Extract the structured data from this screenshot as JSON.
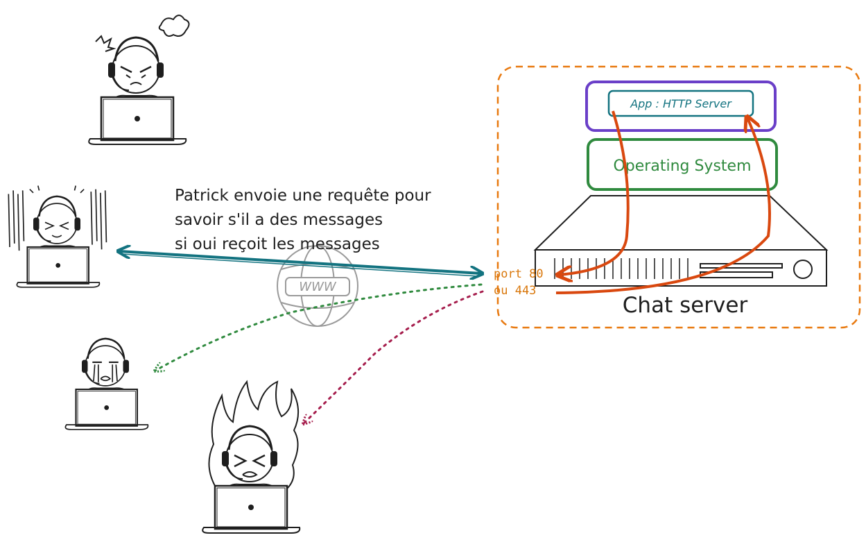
{
  "caption": {
    "line1": "Patrick envoie une requête pour",
    "line2": "savoir s'il a des messages",
    "line3": "si oui reçoit les messages"
  },
  "internet": {
    "label": "WWW"
  },
  "server": {
    "app_label": "App : HTTP Server",
    "os_label": "Operating System",
    "name": "Chat server",
    "port_line1": "port 80",
    "port_line2": "ou 443"
  },
  "colors": {
    "ink": "#1e1e1e",
    "container_border": "#e8790f",
    "app_outer": "#6a3fc8",
    "app_inner": "#137380",
    "os": "#2f8a3e",
    "port_text": "#d9770b",
    "flow_arrow": "#d9480f",
    "request_arrow": "#137380",
    "green_dotted": "#2f8a3e",
    "magenta_dotted": "#a61e4d",
    "globe": "#9a9a9a"
  },
  "users": [
    {
      "name": "angry-user",
      "icon": "steam-icon"
    },
    {
      "name": "patrick-user",
      "icon": "stress-lines-icon"
    },
    {
      "name": "crying-user",
      "icon": "tears-icon"
    },
    {
      "name": "furious-user",
      "icon": "flames-icon"
    }
  ]
}
